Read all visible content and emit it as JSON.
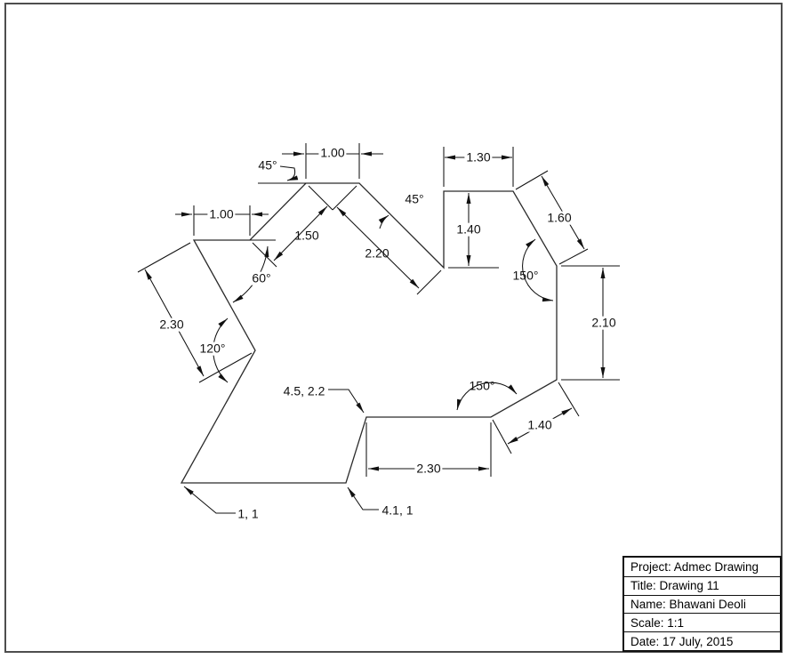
{
  "page": {
    "background": "#ffffff",
    "border_color": "#4e4e4e",
    "dimension_color": "#111111",
    "shape_color": "#2b2b2b"
  },
  "drawing": {
    "dim_labels": {
      "top_width": "1.00",
      "left_width": "1.00",
      "seg_1_50": "1.50",
      "seg_2_20": "2.20",
      "top_right_width": "1.30",
      "notch_height": "1.40",
      "seg_1_60": "1.60",
      "right_height": "2.10",
      "left_slant": "2.30",
      "bottom_width": "2.30",
      "lower_right_slant": "1.40"
    },
    "angle_labels": {
      "top_left_45": "45°",
      "mid_45": "45°",
      "angle_60": "60°",
      "angle_120": "120°",
      "upper_right_150": "150°",
      "lower_150": "150°"
    },
    "coord_labels": {
      "origin": "1, 1",
      "bottom_right": "4.1, 1",
      "mid_left": "4.5, 2.2"
    }
  },
  "title_block": {
    "rows": [
      "Project: Admec Drawing",
      "Title: Drawing 11",
      "Name: Bhawani Deoli",
      "Scale: 1:1",
      "Date: 17 July, 2015"
    ]
  }
}
